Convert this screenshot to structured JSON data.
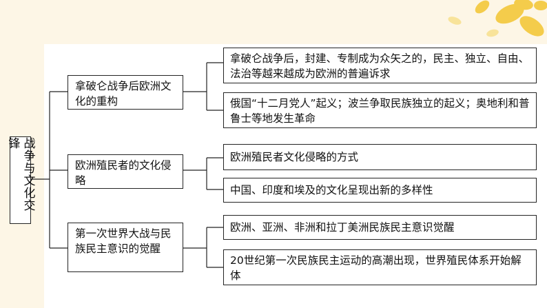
{
  "root": {
    "label": "战争与文化交锋"
  },
  "branches": [
    {
      "label": "拿破仑战争后欧洲文化的重构",
      "items": [
        "拿破仑战争后，封建、专制成为众矢之的，民主、独立、自由、法治等越来越成为欧洲的普遍诉求",
        "俄国“十二月党人”起义；波兰争取民族独立的起义；奥地利和普鲁士等地发生革命"
      ]
    },
    {
      "label": "欧洲殖民者的文化侵略",
      "items": [
        "欧洲殖民者文化侵略的方式",
        "中国、印度和埃及的文化呈现出新的多样性"
      ]
    },
    {
      "label": "第一次世界大战与民族民主意识的觉醒",
      "items": [
        "欧洲、亚洲、非洲和拉丁美洲民族民主意识觉醒",
        "20世纪第一次民族民主运动的高潮出现，世界殖民体系开始解体"
      ]
    }
  ],
  "colors": {
    "flower": "#f3c530",
    "background": "#fdf6e6",
    "line": "#222222"
  }
}
